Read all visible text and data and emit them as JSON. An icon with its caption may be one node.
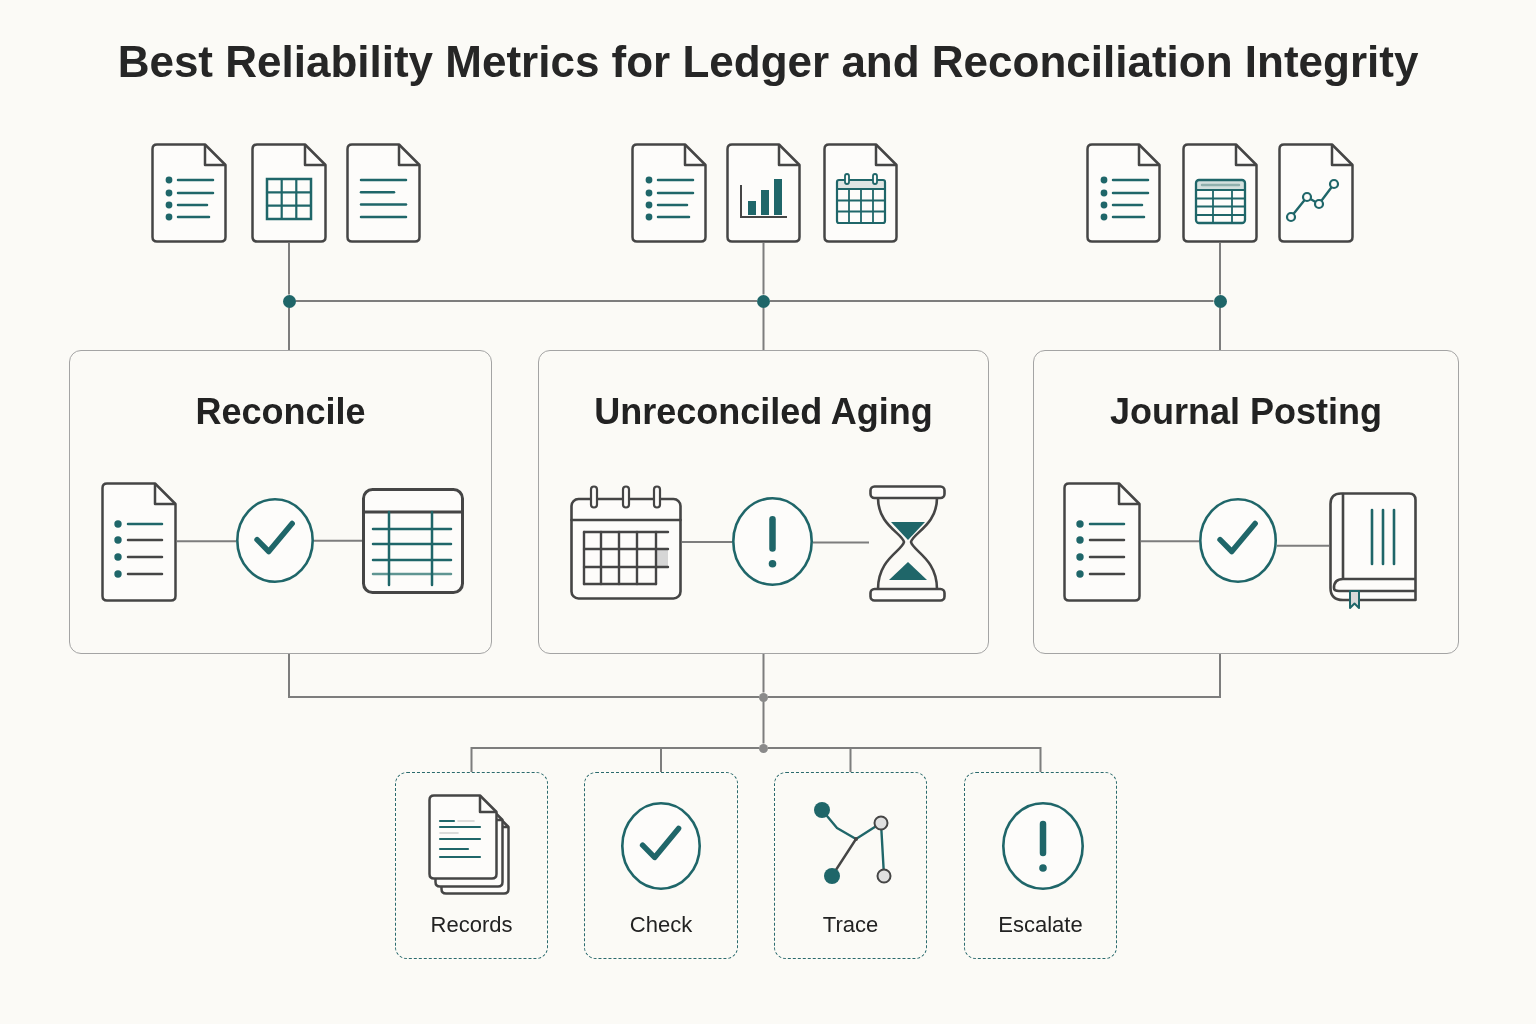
{
  "diagram": {
    "title": "Best Reliability Metrics for Ledger and Reconciliation Integrity",
    "nodes": [
      {
        "text": [],
        "shape": "picture"
      },
      {
        "text": [],
        "shape": "picture"
      },
      {
        "text": [],
        "shape": "picture"
      },
      {
        "text": [],
        "shape": "circle"
      },
      {
        "text": [],
        "shape": "circle"
      },
      {
        "text": [],
        "shape": "circle"
      },
      {
        "text": [
          "Reconcile"
        ]
      },
      {
        "text": [],
        "shape": "picture",
        "in": 6
      },
      {
        "text": [],
        "shape": "circle",
        "in": 6
      },
      {
        "text": [],
        "shape": "picture",
        "in": 6
      },
      {
        "text": [
          "Unreconciled Aging"
        ]
      },
      {
        "text": [],
        "shape": "picture",
        "in": 10
      },
      {
        "text": [],
        "shape": "circle",
        "in": 10
      },
      {
        "text": [],
        "shape": "picture",
        "in": 10
      },
      {
        "text": [
          "Journal Posting"
        ]
      },
      {
        "text": [],
        "shape": "picture",
        "in": 14
      },
      {
        "text": [],
        "shape": "circle",
        "in": 14
      },
      {
        "text": [],
        "shape": "picture",
        "in": 14
      },
      {
        "text": [],
        "shape": "circle"
      },
      {
        "text": [],
        "shape": "circle"
      },
      {
        "text": [
          "Records"
        ]
      },
      {
        "text": [
          "Check"
        ]
      },
      {
        "text": [
          "Trace"
        ]
      },
      {
        "text": [
          "Escalate"
        ]
      }
    ],
    "edges": [
      {
        "from": 0,
        "to": 3,
        "arrow": "none"
      },
      {
        "from": 1,
        "to": 4,
        "arrow": "none"
      },
      {
        "from": 2,
        "to": 5,
        "arrow": "none"
      },
      {
        "from": 3,
        "to": 4,
        "arrow": "none"
      },
      {
        "from": 4,
        "to": 5,
        "arrow": "none"
      },
      {
        "from": 3,
        "to": 6,
        "arrow": "none"
      },
      {
        "from": 4,
        "to": 10,
        "arrow": "none"
      },
      {
        "from": 5,
        "to": 14,
        "arrow": "none"
      },
      {
        "from": 7,
        "to": 8,
        "arrow": "none"
      },
      {
        "from": 8,
        "to": 9,
        "arrow": "none"
      },
      {
        "from": 11,
        "to": 12,
        "arrow": "none"
      },
      {
        "from": 12,
        "to": 13,
        "arrow": "none"
      },
      {
        "from": 15,
        "to": 16,
        "arrow": "none"
      },
      {
        "from": 16,
        "to": 17,
        "arrow": "none"
      },
      {
        "from": 6,
        "to": 18,
        "arrow": "none"
      },
      {
        "from": 10,
        "to": 18,
        "arrow": "none"
      },
      {
        "from": 14,
        "to": 18,
        "arrow": "none"
      },
      {
        "from": 18,
        "to": 19,
        "arrow": "none"
      },
      {
        "from": 19,
        "to": 20,
        "arrow": "none"
      },
      {
        "from": 19,
        "to": 21,
        "arrow": "none"
      },
      {
        "from": 19,
        "to": 22,
        "arrow": "none"
      },
      {
        "from": 19,
        "to": 23,
        "arrow": "none"
      }
    ]
  }
}
